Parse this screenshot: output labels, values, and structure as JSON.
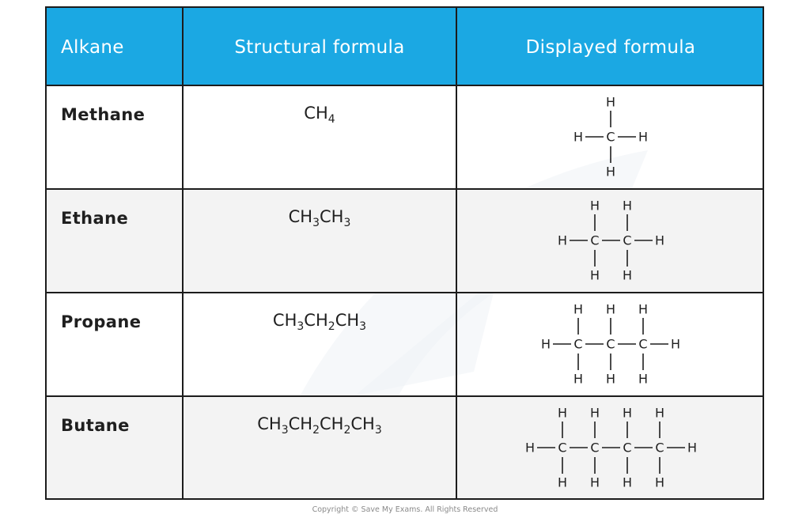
{
  "table": {
    "headers": [
      "Alkane",
      "Structural formula",
      "Displayed formula"
    ],
    "rows": [
      {
        "name": "Methane",
        "structural": [
          [
            "CH",
            ""
          ],
          [
            "",
            "4"
          ]
        ],
        "carbons": 1
      },
      {
        "name": "Ethane",
        "structural": [
          [
            "CH",
            ""
          ],
          [
            "",
            "3"
          ],
          [
            "CH",
            ""
          ],
          [
            "",
            "3"
          ]
        ],
        "carbons": 2
      },
      {
        "name": "Propane",
        "structural": [
          [
            "CH",
            ""
          ],
          [
            "",
            "3"
          ],
          [
            "CH",
            ""
          ],
          [
            "",
            "2"
          ],
          [
            "CH",
            ""
          ],
          [
            "",
            "3"
          ]
        ],
        "carbons": 3
      },
      {
        "name": "Butane",
        "structural": [
          [
            "CH",
            ""
          ],
          [
            "",
            "3"
          ],
          [
            "CH",
            ""
          ],
          [
            "",
            "2"
          ],
          [
            "CH",
            ""
          ],
          [
            "",
            "2"
          ],
          [
            "CH",
            ""
          ],
          [
            "",
            "3"
          ]
        ],
        "carbons": 4
      }
    ]
  },
  "displayed_formula": {
    "carbon_symbol": "C",
    "hydrogen_symbol": "H"
  },
  "colors": {
    "header_bg": "#1ba8e3",
    "header_text": "#ffffff",
    "alt_row_bg": "#f3f3f3",
    "border": "#1c1c1c"
  },
  "footer": {
    "copyright": "Copyright © Save My Exams. All Rights Reserved"
  }
}
